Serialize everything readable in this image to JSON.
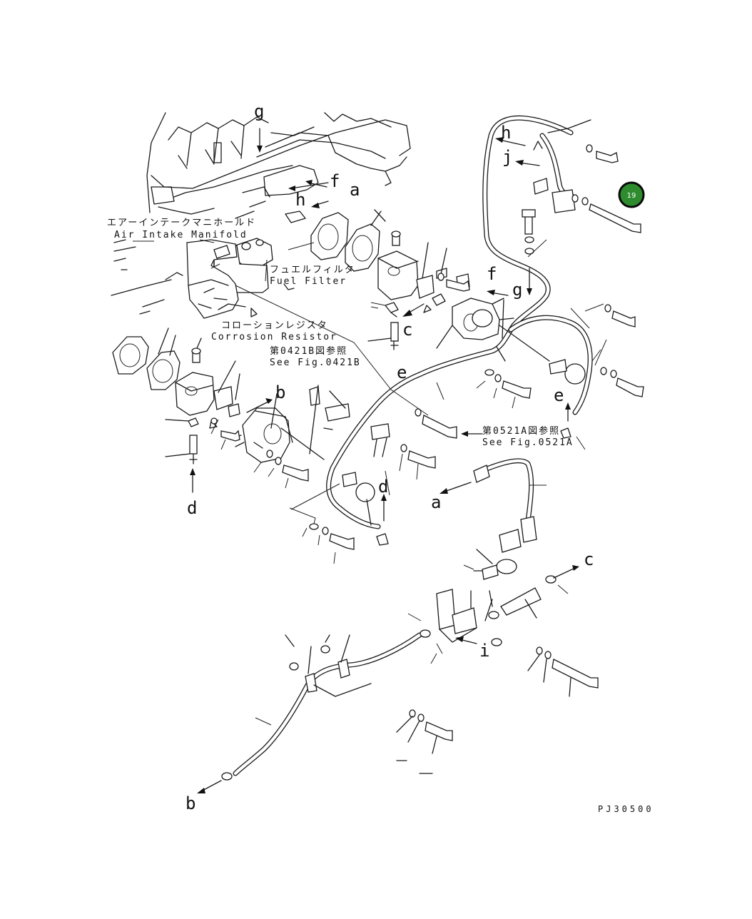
{
  "labels": {
    "air_intake_jp": "エアーインテークマニホールド",
    "air_intake_en": "Air Intake Manifold",
    "fuel_filter_jp": "フュエルフィルタ",
    "fuel_filter_en": "Fuel Filter",
    "corrosion_jp": "コローションレジスタ",
    "corrosion_en": "Corrosion Resistor",
    "ref_0421b_jp": "第0421B図参照",
    "ref_0421b_en": "See Fig.0421B",
    "ref_0521a_jp": "第0521A図参照",
    "ref_0521a_en": "See Fig.0521A"
  },
  "letters": {
    "a": "a",
    "b": "b",
    "c": "c",
    "d": "d",
    "e": "e",
    "f": "f",
    "g": "g",
    "h": "h",
    "i": "i",
    "j": "j"
  },
  "callout": {
    "number": "19",
    "color": "#2e8b2e"
  },
  "drawing_code": "PJ30500"
}
